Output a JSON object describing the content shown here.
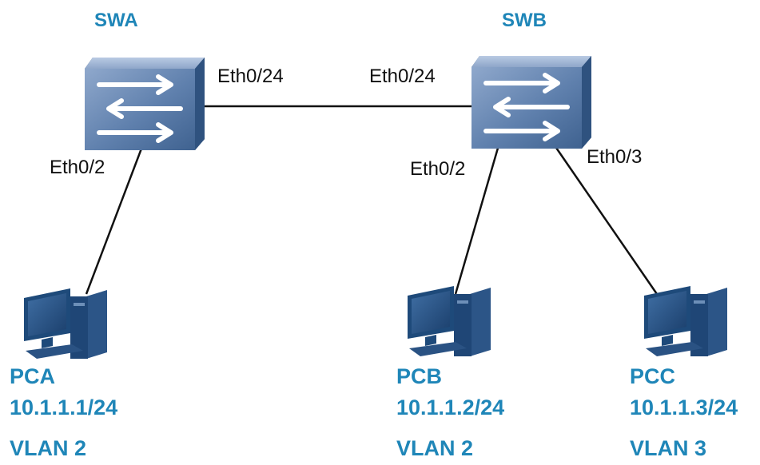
{
  "colors": {
    "label_blue": "#1f86b8",
    "switch_blue": "#4a6e99",
    "pc_blue": "#1e4a7a",
    "link_black": "#111111"
  },
  "switches": {
    "swa": {
      "name": "SWA",
      "icon": "switch-icon"
    },
    "swb": {
      "name": "SWB",
      "icon": "switch-icon"
    }
  },
  "ports": {
    "swa_uplink": "Eth0/24",
    "swb_uplink": "Eth0/24",
    "swa_pca": "Eth0/2",
    "swb_pcb": "Eth0/2",
    "swb_pcc": "Eth0/3"
  },
  "hosts": {
    "pca": {
      "name": "PCA",
      "ip": "10.1.1.1/24",
      "vlan": "VLAN 2",
      "icon": "computer-icon"
    },
    "pcb": {
      "name": "PCB",
      "ip": "10.1.1.2/24",
      "vlan": "VLAN 2",
      "icon": "computer-icon"
    },
    "pcc": {
      "name": "PCC",
      "ip": "10.1.1.3/24",
      "vlan": "VLAN 3",
      "icon": "computer-icon"
    }
  }
}
